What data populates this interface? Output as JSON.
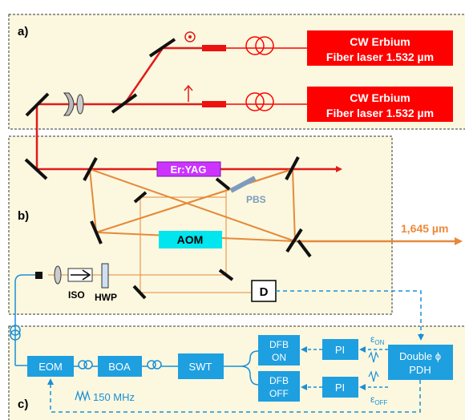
{
  "panels": {
    "a": {
      "label": "a)"
    },
    "b": {
      "label": "b)"
    },
    "c": {
      "label": "c)"
    }
  },
  "lasers": [
    {
      "line1": "CW Erbium",
      "line2": "Fiber laser 1.532 µm"
    },
    {
      "line1": "CW Erbium",
      "line2": "Fiber laser 1.532 µm"
    }
  ],
  "cavity": {
    "gain_medium": "Er:YAG",
    "modulator": "AOM",
    "splitter": "PBS",
    "output": "1,645 µm",
    "detector": "D"
  },
  "input_optics": {
    "isolator": "ISO",
    "waveplate": "HWP"
  },
  "electronics": {
    "eom": "EOM",
    "boa": "BOA",
    "swt": "SWT",
    "dfb_on": [
      "DFB",
      "ON"
    ],
    "dfb_off": [
      "DFB",
      "OFF"
    ],
    "pi_top": "PI",
    "pi_bottom": "PI",
    "pdh": [
      "Double ϕ",
      "PDH"
    ],
    "eps_on": {
      "base": "ε",
      "sub": "ON"
    },
    "eps_off": {
      "base": "ε",
      "sub": "OFF"
    },
    "freq": "150 MHz"
  },
  "colors": {
    "panel_bg": "#fbf8df",
    "laser_red": "#ff0000",
    "beam_red": "#e31a1a",
    "beam_orange": "#e6893a",
    "output_orange": "#ee8a3a",
    "gain_purple": "#cc33ff",
    "aom_cyan": "#00e5ee",
    "block_blue": "#1e9fe0",
    "fiber_blue": "#1a8fd8",
    "pbs_gray": "#7f9abf"
  }
}
